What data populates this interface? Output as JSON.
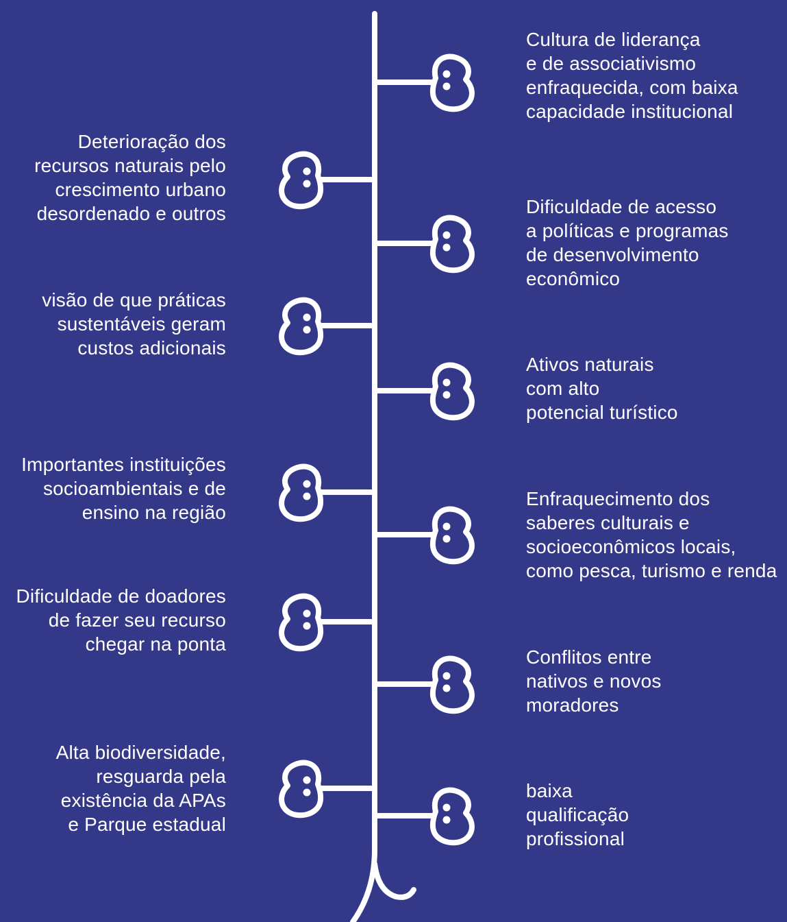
{
  "colors": {
    "background": "#343888",
    "foreground": "#ffffff"
  },
  "icon": "bean-seed-icon",
  "left_items": [
    {
      "lines": [
        "Deterioração dos",
        "recursos naturais pelo",
        "crescimento urbano",
        "desordenado e outros"
      ]
    },
    {
      "lines": [
        "visão de que práticas",
        "sustentáveis geram",
        "custos adicionais"
      ]
    },
    {
      "lines": [
        "Importantes instituições",
        "socioambientais e de",
        "ensino na região"
      ]
    },
    {
      "lines": [
        "Dificuldade de doadores",
        "de fazer seu recurso",
        "chegar na ponta"
      ]
    },
    {
      "lines": [
        "Alta biodiversidade,",
        "resguarda pela",
        "existência da APAs",
        "e Parque estadual"
      ]
    }
  ],
  "right_items": [
    {
      "lines": [
        "Cultura de liderança",
        "e de associativismo",
        "enfraquecida, com baixa",
        "capacidade institucional"
      ]
    },
    {
      "lines": [
        "Dificuldade de acesso",
        "a políticas e programas",
        "de desenvolvimento",
        "econômico"
      ]
    },
    {
      "lines": [
        "Ativos naturais",
        "com alto",
        "potencial turístico"
      ]
    },
    {
      "lines": [
        "Enfraquecimento dos",
        "saberes culturais e",
        "socioeconômicos locais,",
        "como pesca, turismo e renda"
      ]
    },
    {
      "lines": [
        "Conflitos entre",
        "nativos e novos",
        "moradores"
      ]
    },
    {
      "lines": [
        "baixa",
        "qualificação",
        "profissional"
      ]
    }
  ]
}
